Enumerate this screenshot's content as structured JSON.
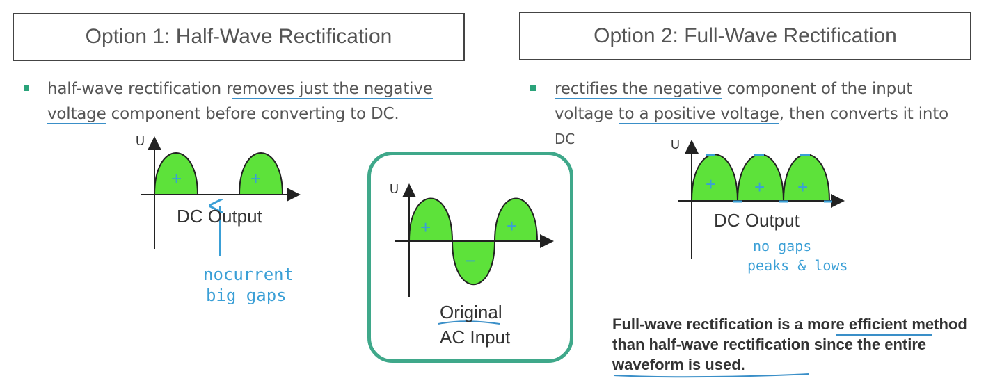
{
  "option1": {
    "title": "Option 1: Half-Wave Rectification",
    "bullet_line1": [
      "half-wave rectification r",
      "emoves just the negative"
    ],
    "bullet_line2": [
      "voltage",
      " component before converting to DC."
    ],
    "axis_u": "U",
    "output_label": "DC Output",
    "sign_labels": [
      "+",
      "+"
    ],
    "handwritten_note": [
      "nocurrent",
      "big gaps"
    ]
  },
  "center": {
    "axis_u": "U",
    "sign_labels": [
      "+",
      "−",
      "+"
    ],
    "label_line1": "Original",
    "label_line2": "AC Input"
  },
  "option2": {
    "title": "Option 2: Full-Wave Rectification",
    "bullet_line1": [
      "rectifies the negative",
      " component of the input"
    ],
    "bullet_line2": [
      "voltage ",
      "to a positive voltage",
      ", then converts it into"
    ],
    "bullet_line3": "DC",
    "axis_u": "U",
    "output_label": "DC Output",
    "sign_labels": [
      "+",
      "+",
      "+"
    ],
    "handwritten_note": [
      "no gaps",
      "peaks & lows"
    ]
  },
  "summary": {
    "part1": "Full-wave rectification is a ",
    "part2": "more efficient",
    "part3": " method than half-wave rectification since the ",
    "part4": "entire waveform is used",
    "part5": "."
  },
  "colors": {
    "wave_fill": "#5de23a",
    "accent_green": "#3fa88a",
    "ink_blue": "#3a9fd6"
  }
}
